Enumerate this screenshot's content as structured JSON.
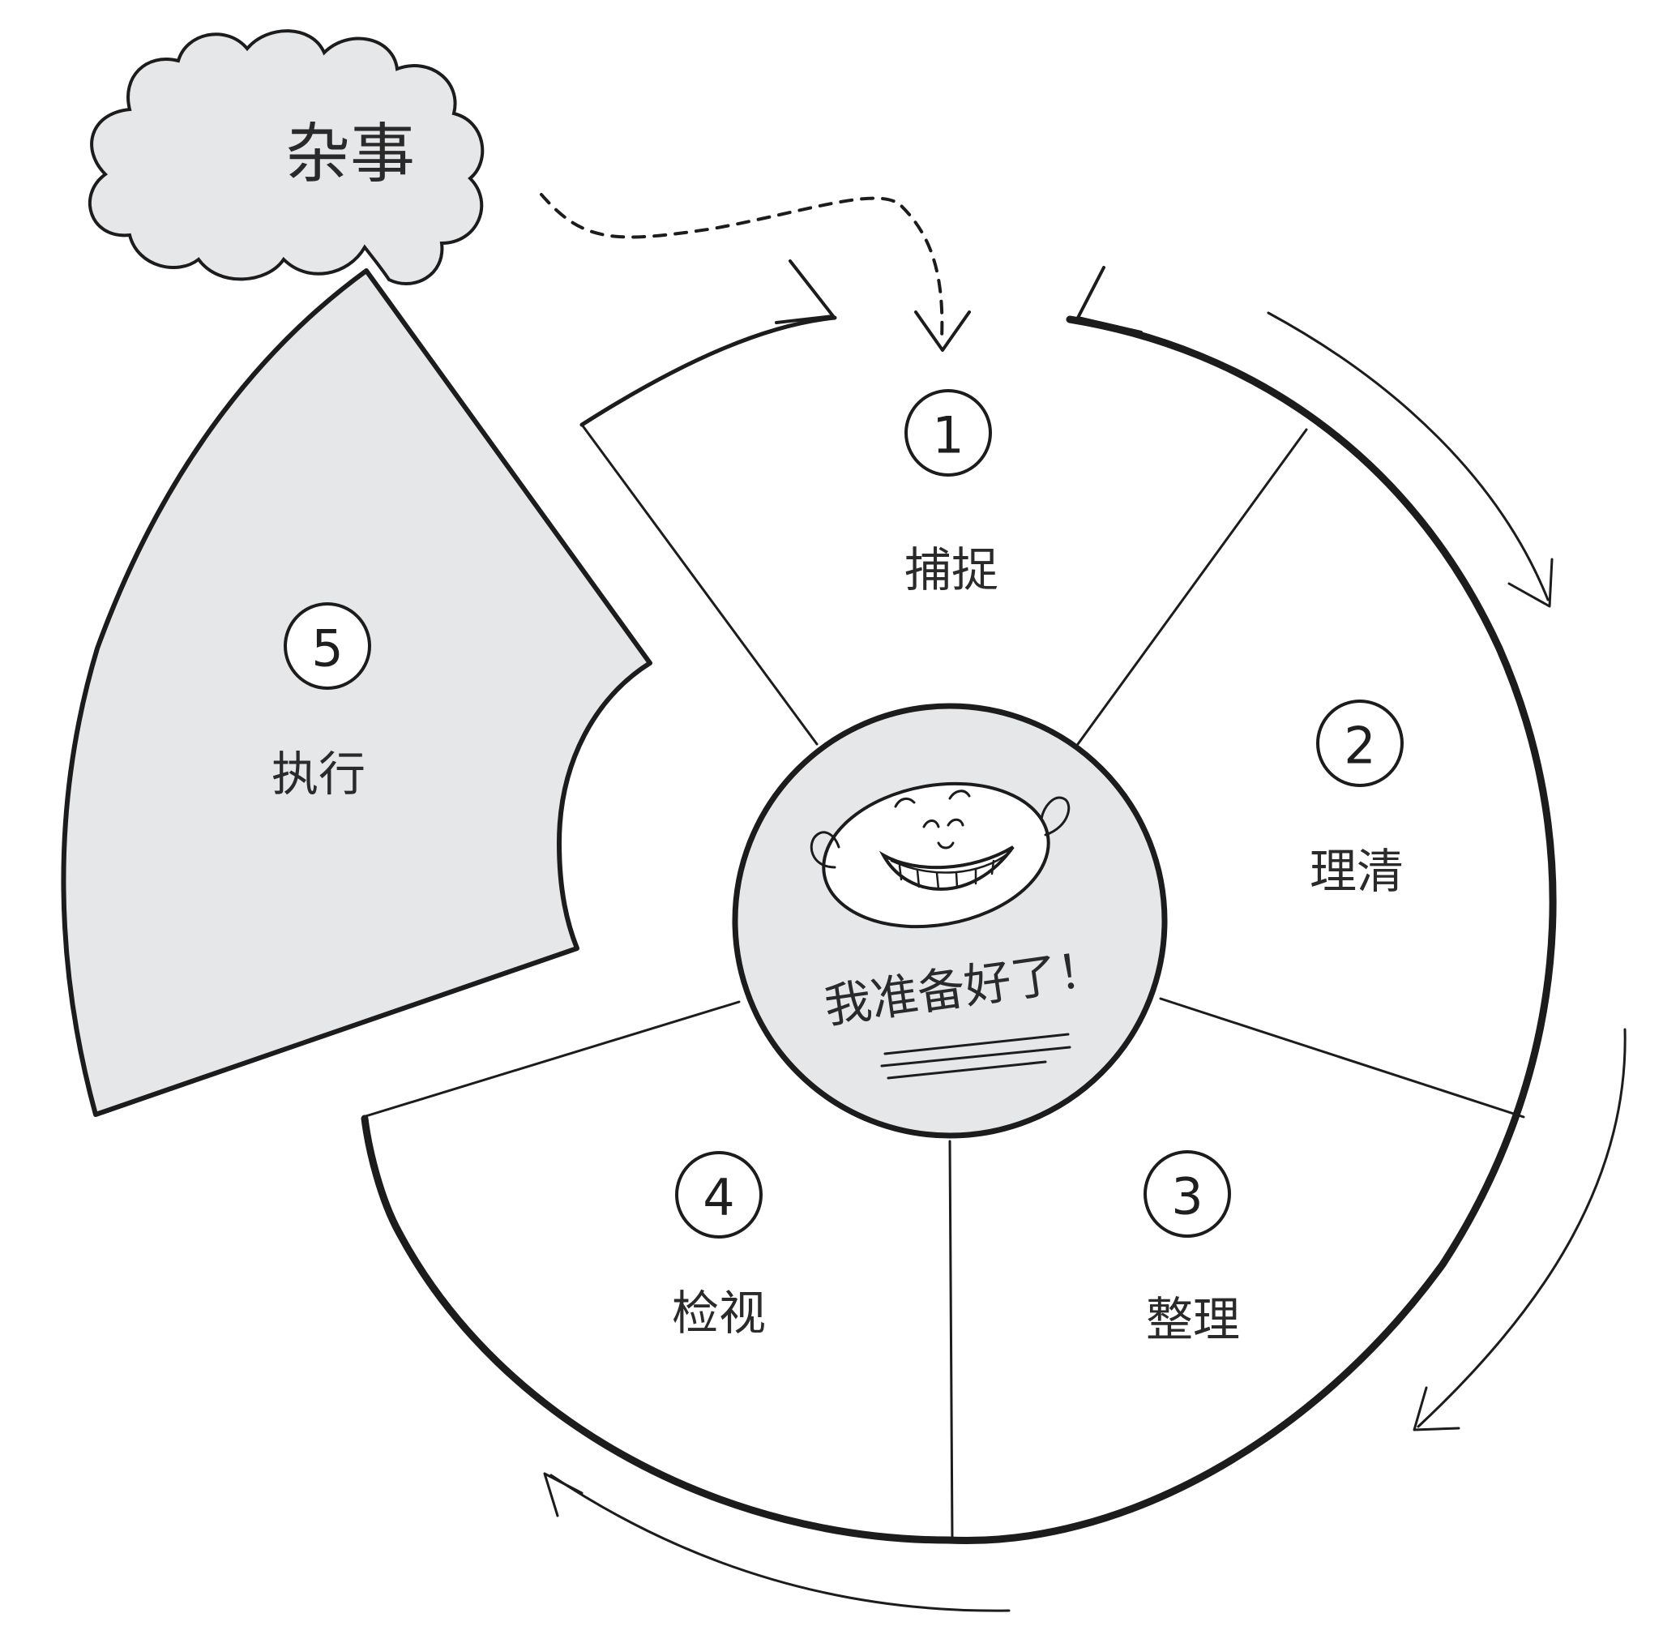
{
  "cloud": {
    "label": "杂事"
  },
  "steps": [
    {
      "number": "1",
      "label": "捕捉"
    },
    {
      "number": "2",
      "label": "理清"
    },
    {
      "number": "3",
      "label": "整理"
    },
    {
      "number": "4",
      "label": "检视"
    },
    {
      "number": "5",
      "label": "执行"
    }
  ],
  "center": {
    "caption": "我准备好了！"
  },
  "colors": {
    "ink": "#1c1c1c",
    "shade": "#e6e7e9",
    "paper": "#ffffff"
  },
  "icons": [
    "smiling-face-icon",
    "cycle-arrow-icon",
    "dashed-arrow-icon"
  ]
}
